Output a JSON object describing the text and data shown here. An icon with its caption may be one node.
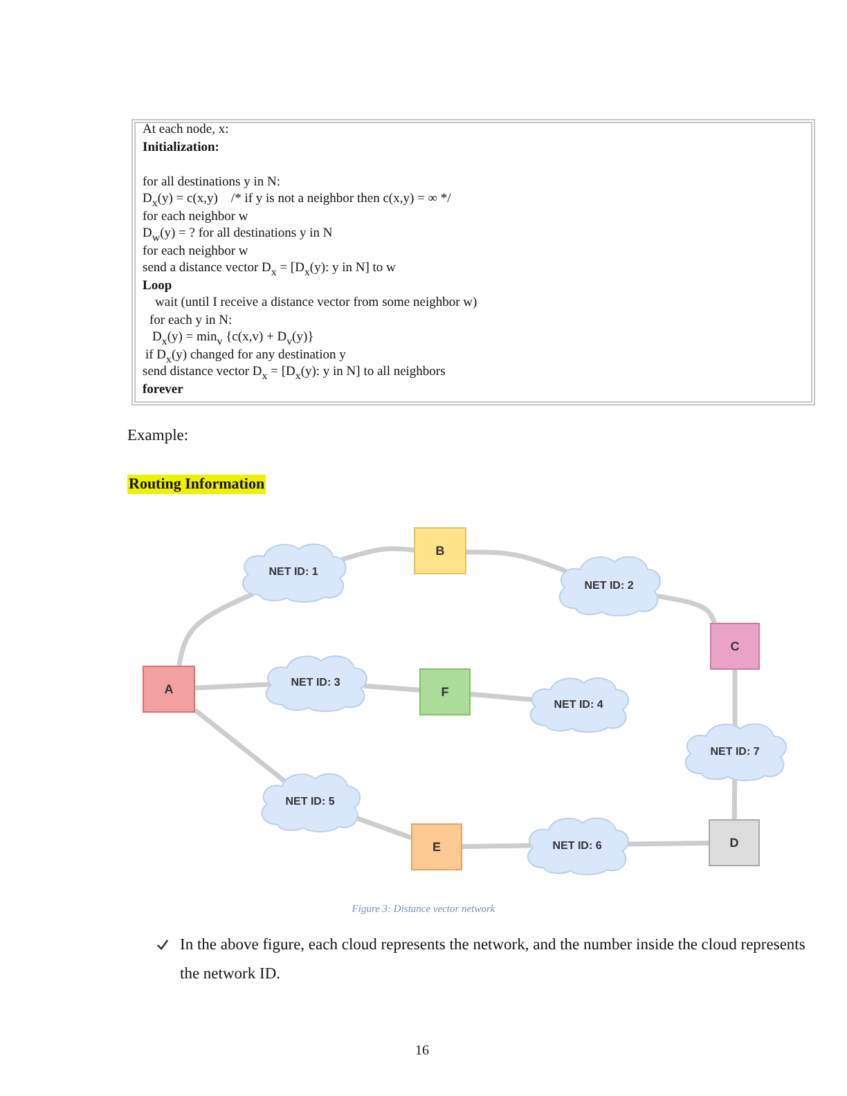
{
  "diagram": {
    "caption": "Figure 3: Distance vector network",
    "nodes": [
      {
        "text": [
          "At each node, x:",
          "Initialization:",
          "for all destinations y in N:",
          "D$_{x}$(y) = c(x,y)    /* if y is not a neighbor then c(x,y) = ∞ */",
          "for each neighbor w",
          "D$_{w}$(y) = ? for all destinations y in N",
          "for each neighbor w",
          "send a distance vector D$_{x}$ = [D$_{x}$(y): y in N] to w",
          "Loop",
          "wait (until I receive a distance vector from some neighbor w)",
          "for each y in N:",
          "D$_{x}$(y) = min$_{v}$ {c(x,v) + D$_{v}$(y)}",
          "if D$_{x}$(y) changed for any destination y",
          "send distance vector D$_{x}$ = [D$_{x}$(y): y in N] to all neighbors",
          "forever"
        ]
      },
      {
        "text": [
          "B"
        ]
      },
      {
        "text": [
          "NET ID: 1"
        ]
      },
      {
        "text": [
          "NET ID: 2"
        ]
      },
      {
        "text": [
          "C"
        ]
      },
      {
        "text": [
          "A"
        ]
      },
      {
        "text": [
          "NET ID: 3"
        ]
      },
      {
        "text": [
          "F"
        ]
      },
      {
        "text": [
          "NET ID: 4"
        ]
      },
      {
        "text": [
          "NET ID: 7"
        ]
      },
      {
        "text": [
          "NET ID: 5"
        ]
      },
      {
        "text": [
          "E"
        ]
      },
      {
        "text": [
          "NET ID: 6"
        ]
      },
      {
        "text": [
          "D"
        ]
      }
    ],
    "edges": [
      {
        "from": 5,
        "to": 2,
        "arrow": "none"
      },
      {
        "from": 2,
        "to": 1,
        "arrow": "none"
      },
      {
        "from": 1,
        "to": 3,
        "arrow": "none"
      },
      {
        "from": 3,
        "to": 4,
        "arrow": "none"
      },
      {
        "from": 5,
        "to": 6,
        "arrow": "none"
      },
      {
        "from": 6,
        "to": 7,
        "arrow": "none"
      },
      {
        "from": 7,
        "to": 8,
        "arrow": "none"
      },
      {
        "from": 5,
        "to": 10,
        "arrow": "none"
      },
      {
        "from": 10,
        "to": 11,
        "arrow": "none"
      },
      {
        "from": 11,
        "to": 12,
        "arrow": "none"
      },
      {
        "from": 12,
        "to": 13,
        "arrow": "none"
      },
      {
        "from": 4,
        "to": 9,
        "arrow": "none"
      },
      {
        "from": 9,
        "to": 13,
        "arrow": "none"
      }
    ],
    "labels": [
      "Example:",
      "Routing Information",
      "In the above figure, each cloud represents the network, and the number inside the cloud represents the network ID.",
      "16"
    ]
  }
}
